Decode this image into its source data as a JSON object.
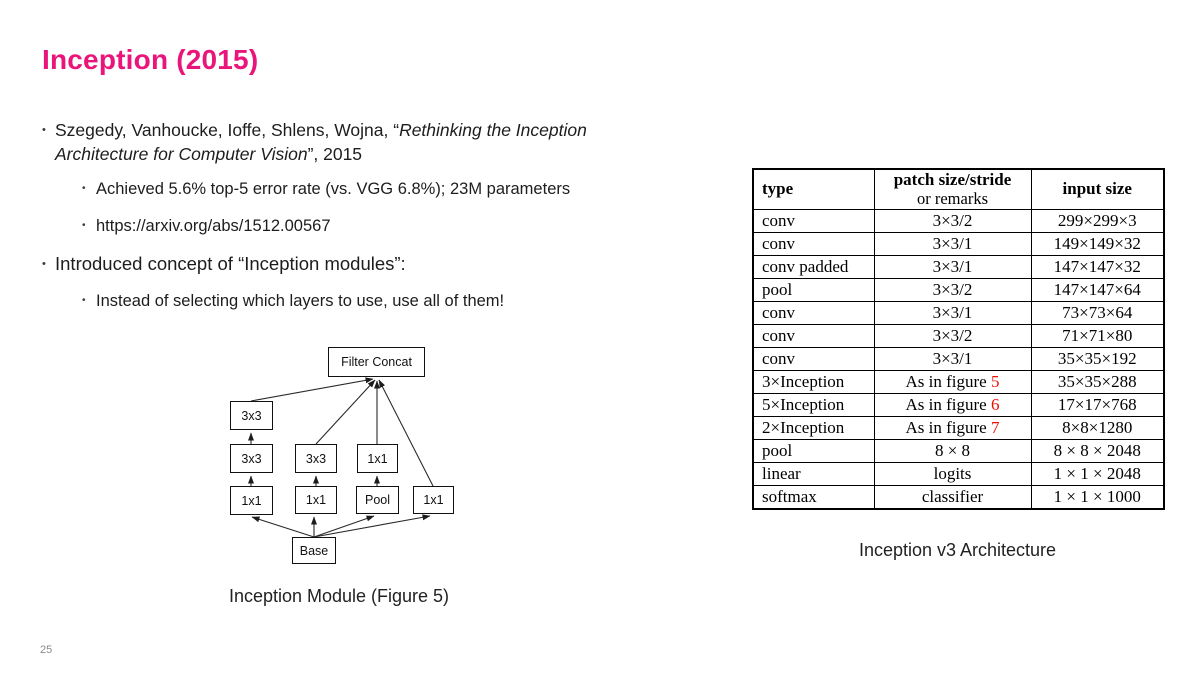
{
  "slide": {
    "title": "Inception (2015)",
    "page_number": "25",
    "bullet_char": "•"
  },
  "colors": {
    "title_pink": "#EA157B",
    "figure_red": "#EE1100"
  },
  "bullets": {
    "b1_pre": "Szegedy, Vanhoucke, Ioffe, Shlens, Wojna, “",
    "b1_italic": "Rethinking the Inception Architecture for Computer Vision",
    "b1_post": "”, 2015",
    "sub1": "Achieved 5.6% top-5 error rate (vs. VGG 6.8%); 23M parameters",
    "sub2": "https://arxiv.org/abs/1512.00567",
    "b2": "Introduced concept of “Inception modules”:",
    "sub3": "Instead of selecting which layers to use, use all of them!"
  },
  "diagram": {
    "caption": "Inception Module (Figure 5)",
    "nodes": {
      "filter_concat": "Filter Concat",
      "conv3_top": "3x3",
      "conv3_mid_left": "3x3",
      "conv3_mid_center": "3x3",
      "conv1_mid_right": "1x1",
      "conv1_bottom_left": "1x1",
      "conv1_bottom_center": "1x1",
      "pool": "Pool",
      "conv1_bottom_right": "1x1",
      "base": "Base"
    }
  },
  "table": {
    "caption": "Inception v3 Architecture",
    "headers": {
      "type": "type",
      "patch_line1": "patch size/stride",
      "patch_line2": "or remarks",
      "input": "input size"
    },
    "rows": [
      {
        "type": "conv",
        "patch": "3×3/2",
        "input": "299×299×3"
      },
      {
        "type": "conv",
        "patch": "3×3/1",
        "input": "149×149×32"
      },
      {
        "type": "conv padded",
        "patch": "3×3/1",
        "input": "147×147×32"
      },
      {
        "type": "pool",
        "patch": "3×3/2",
        "input": "147×147×64"
      },
      {
        "type": "conv",
        "patch": "3×3/1",
        "input": "73×73×64"
      },
      {
        "type": "conv",
        "patch": "3×3/2",
        "input": "71×71×80"
      },
      {
        "type": "conv",
        "patch": "3×3/1",
        "input": "35×35×192"
      },
      {
        "type": "3×Inception",
        "patch": "As in figure",
        "figure": "5",
        "input": "35×35×288"
      },
      {
        "type": "5×Inception",
        "patch": "As in figure",
        "figure": "6",
        "input": "17×17×768"
      },
      {
        "type": "2×Inception",
        "patch": "As in figure",
        "figure": "7",
        "input": "8×8×1280"
      },
      {
        "type": "pool",
        "patch": "8 × 8",
        "input": "8 × 8 × 2048"
      },
      {
        "type": "linear",
        "patch": "logits",
        "input": "1 × 1 × 2048"
      },
      {
        "type": "softmax",
        "patch": "classifier",
        "input": "1 × 1 × 1000"
      }
    ]
  }
}
